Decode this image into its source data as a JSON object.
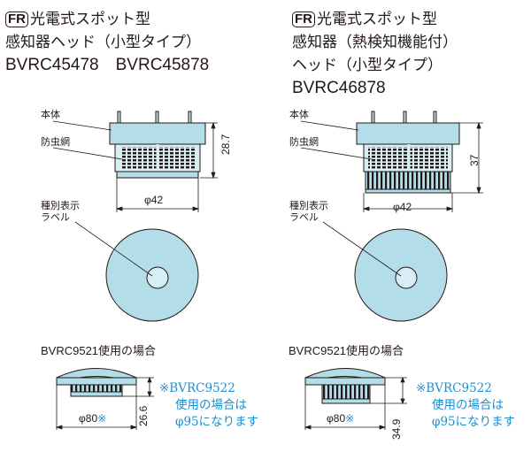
{
  "left": {
    "badge": "FR",
    "title_line1": "光電式スポット型",
    "title_line2": "感知器ヘッド（小型タイプ）",
    "models": "BVRC45478　BVRC45878",
    "label_body": "本体",
    "label_mesh": "防虫網",
    "label_type": "種別表示",
    "label_type2": "ラベル",
    "dim_height": "28.7",
    "dim_dia": "φ42",
    "condition": "BVRC9521使用の場合",
    "dim_base_height": "26.6",
    "dim_base_dia": "φ80",
    "dim_base_mark": "※"
  },
  "right": {
    "badge": "FR",
    "title_line1": "光電式スポット型",
    "title_line2": "感知器（熱検知機能付）",
    "title_line3": "ヘッド（小型タイプ）",
    "models": "BVRC46878",
    "label_body": "本体",
    "label_mesh": "防虫網",
    "label_type": "種別表示",
    "label_type2": "ラベル",
    "dim_height": "37",
    "dim_dia": "φ42",
    "condition": "BVRC9521使用の場合",
    "dim_base_height": "34.9",
    "dim_base_dia": "φ80",
    "dim_base_mark": "※"
  },
  "note": {
    "line1": "※BVRC9522",
    "line2": "使用の場合は",
    "line3": "φ95になります"
  },
  "colors": {
    "body_fill": "#b3dde8",
    "accent_blue": "#1c8fd0",
    "line": "#231815"
  }
}
